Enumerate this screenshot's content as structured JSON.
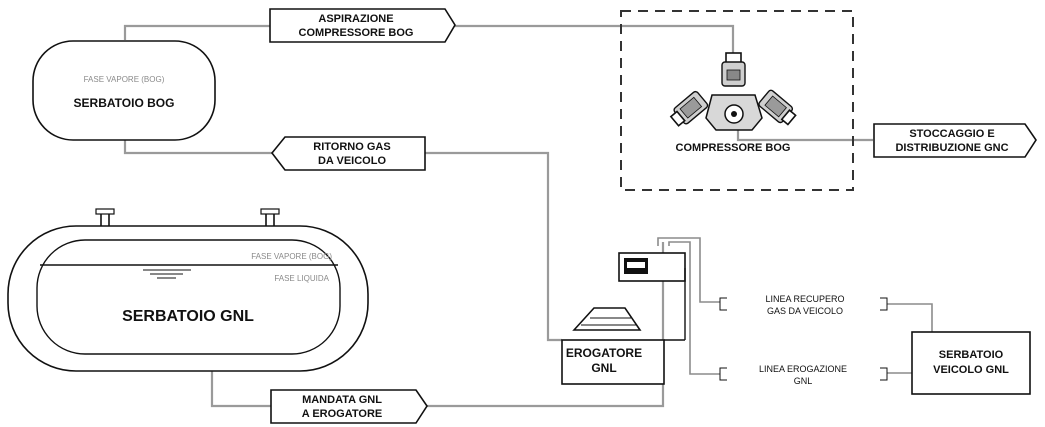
{
  "tags": {
    "aspirazione": [
      "ASPIRAZIONE",
      "COMPRESSORE BOG"
    ],
    "stoccaggio": [
      "STOCCAGGIO E",
      "DISTRIBUZIONE GNC"
    ],
    "ritorno": [
      "RITORNO GAS",
      "DA VEICOLO"
    ],
    "mandata": [
      "MANDATA GNL",
      "A EROGATORE"
    ]
  },
  "serbatoio_bog": {
    "phase": "FASE VAPORE (BOG)",
    "title": "SERBATOIO BOG"
  },
  "compressor": {
    "label": "COMPRESSORE BOG",
    "icon": "compressor-icon"
  },
  "serbatoio_gnl": {
    "vapor": "FASE VAPORE (BOG)",
    "liquid": "FASE LIQUIDA",
    "title": "SERBATOIO GNL"
  },
  "erogatore": [
    "EROGATORE",
    "GNL"
  ],
  "linea_recupero": [
    "LINEA RECUPERO",
    "GAS DA VEICOLO"
  ],
  "linea_erogazione": [
    "LINEA EROGAZIONE",
    "GNL"
  ],
  "serbatoio_veicolo": [
    "SERBATOIO",
    "VEICOLO GNL"
  ],
  "colors": {
    "line": "#111111",
    "pipe": "#9a9a9a",
    "phase_text": "#8a8a8a"
  }
}
